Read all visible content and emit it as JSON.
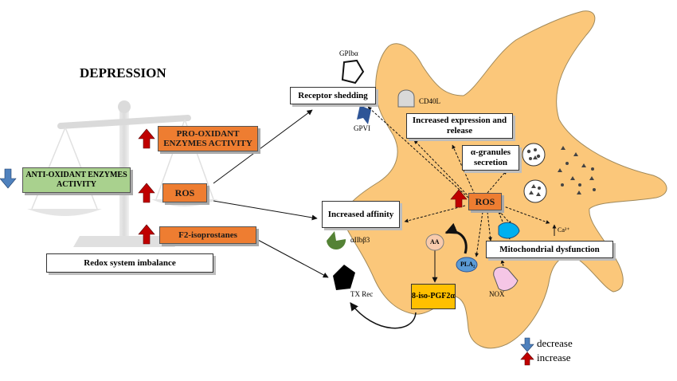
{
  "title": "DEPRESSION",
  "balance": {
    "pro_oxidant": "PRO-OXIDANT ENZYMES ACTIVITY",
    "anti_oxidant": "ANTI-OXIDANT ENZYMES ACTIVITY",
    "ros": "ROS",
    "f2": "F2-isoprostanes",
    "redox": "Redox system imbalance"
  },
  "cell": {
    "receptor_shedding": "Receptor shedding",
    "gpiba": "GPIbα",
    "gpvi": "GPVI",
    "cd40l": "CD40L",
    "increased_expression": "Increased expression and release",
    "alpha_granules": "α-granules secretion",
    "increased_affinity": "Increased affinity",
    "ros": "ROS",
    "aiib": "αIIbβ3",
    "ca": "Ca²⁺",
    "aa": "AA",
    "pla2": "PLA₂",
    "mito": "Mitochondrial dysfunction",
    "iso_pgf": "8-iso-PGF2α",
    "tx_rec": "TX Rec",
    "nox": "NOX"
  },
  "legend": {
    "decrease": "decrease",
    "increase": "increase"
  },
  "colors": {
    "platelet": "#fbc77a",
    "orange_box": "#ee7d31",
    "green_box": "#a9d18e",
    "yellow_box": "#ffc000",
    "up_arrow": "#c00000",
    "down_arrow": "#4f81bd"
  }
}
